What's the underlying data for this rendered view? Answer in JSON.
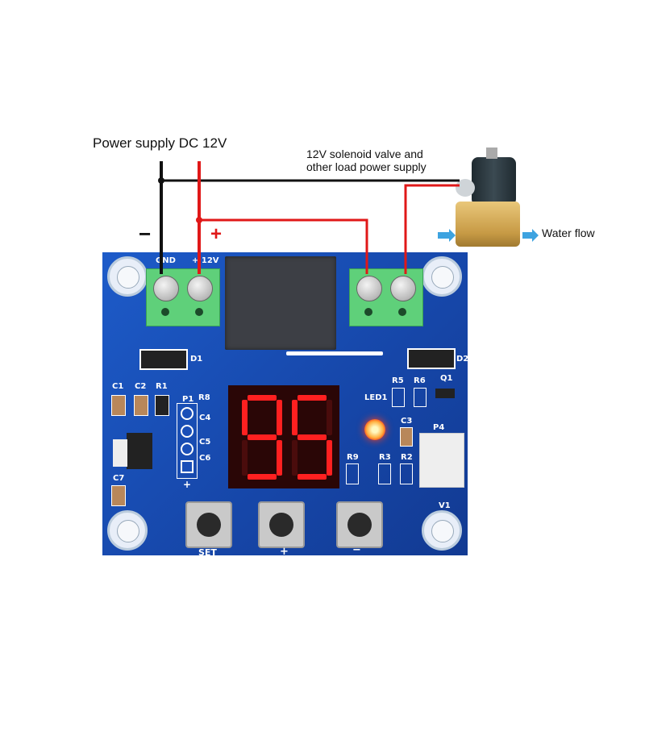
{
  "labels": {
    "power_supply": "Power supply DC 12V",
    "load_line1": "12V solenoid valve and",
    "load_line2": "other load power supply",
    "water_flow": "Water flow",
    "minus": "−",
    "plus": "+"
  },
  "board": {
    "terminal_left_gnd": "GND",
    "terminal_left_12v": "+ 12V",
    "display_value": "95",
    "buttons": [
      {
        "label": "SET"
      },
      {
        "label": "+"
      },
      {
        "label": "−"
      }
    ],
    "silkscreen": {
      "d1": "D1",
      "d2": "D2",
      "c1": "C1",
      "c2": "C2",
      "r1": "R1",
      "p1": "P1",
      "r8": "R8",
      "c4": "C4",
      "c5": "C5",
      "c6": "C6",
      "c7": "C7",
      "r5": "R5",
      "r6": "R6",
      "q1": "Q1",
      "led1": "LED1",
      "c3": "C3",
      "p4": "P4",
      "r9": "R9",
      "r3": "R3",
      "r2": "R2",
      "v1": "V1",
      "p1_plus": "+"
    }
  },
  "colors": {
    "wire_positive": "#e01818",
    "wire_negative": "#111111",
    "pcb": "#1a4fb8",
    "segment_on": "#ff2020",
    "flow_arrow": "#3da3e0"
  }
}
